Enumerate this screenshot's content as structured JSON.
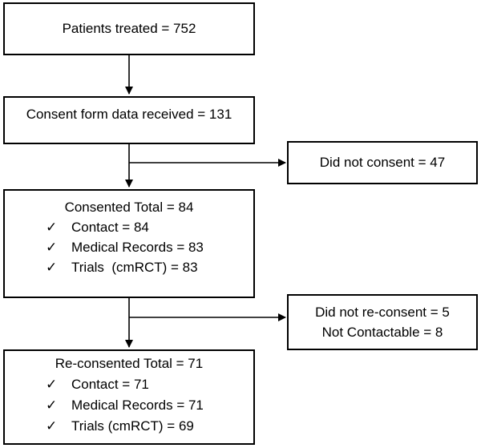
{
  "flowchart": {
    "patients_treated": "Patients treated = 752",
    "consent_form": "Consent form data received = 131",
    "did_not_consent": "Did not consent = 47",
    "consented": {
      "title": "Consented Total = 84",
      "items": [
        "Contact = 84",
        "Medical Records = 83",
        "Trials  (cmRCT) = 83"
      ]
    },
    "excluded_second": {
      "line1": "Did not re-consent = 5",
      "line2": "Not Contactable = 8"
    },
    "reconsented": {
      "title": "Re-consented Total = 71",
      "items": [
        "Contact = 71",
        "Medical Records = 71",
        "Trials (cmRCT) = 69"
      ]
    },
    "check_glyph": "✓"
  }
}
